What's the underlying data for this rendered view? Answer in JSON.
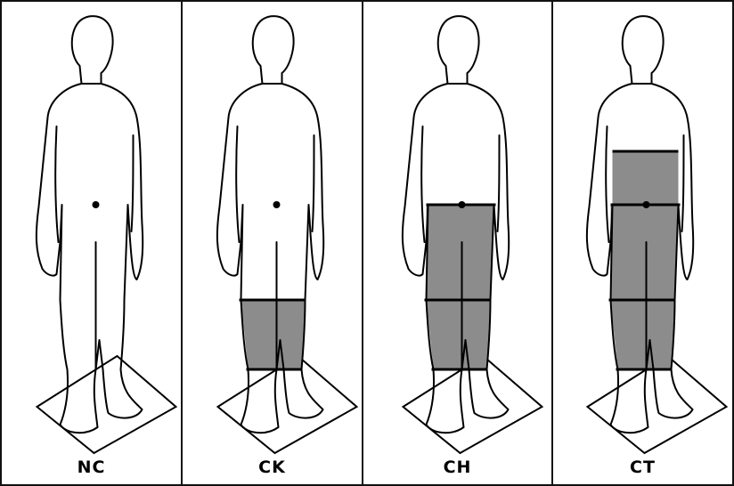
{
  "colors": {
    "outline": "#000000",
    "fill_region": "#8c8c8c",
    "background": "#ffffff"
  },
  "panels": [
    {
      "label": "NC",
      "shaded": []
    },
    {
      "label": "CK",
      "shaded": [
        "lower_leg"
      ]
    },
    {
      "label": "CH",
      "shaded": [
        "lower_leg",
        "upper_leg"
      ]
    },
    {
      "label": "CT",
      "shaded": [
        "lower_leg",
        "upper_leg",
        "torso"
      ]
    }
  ]
}
